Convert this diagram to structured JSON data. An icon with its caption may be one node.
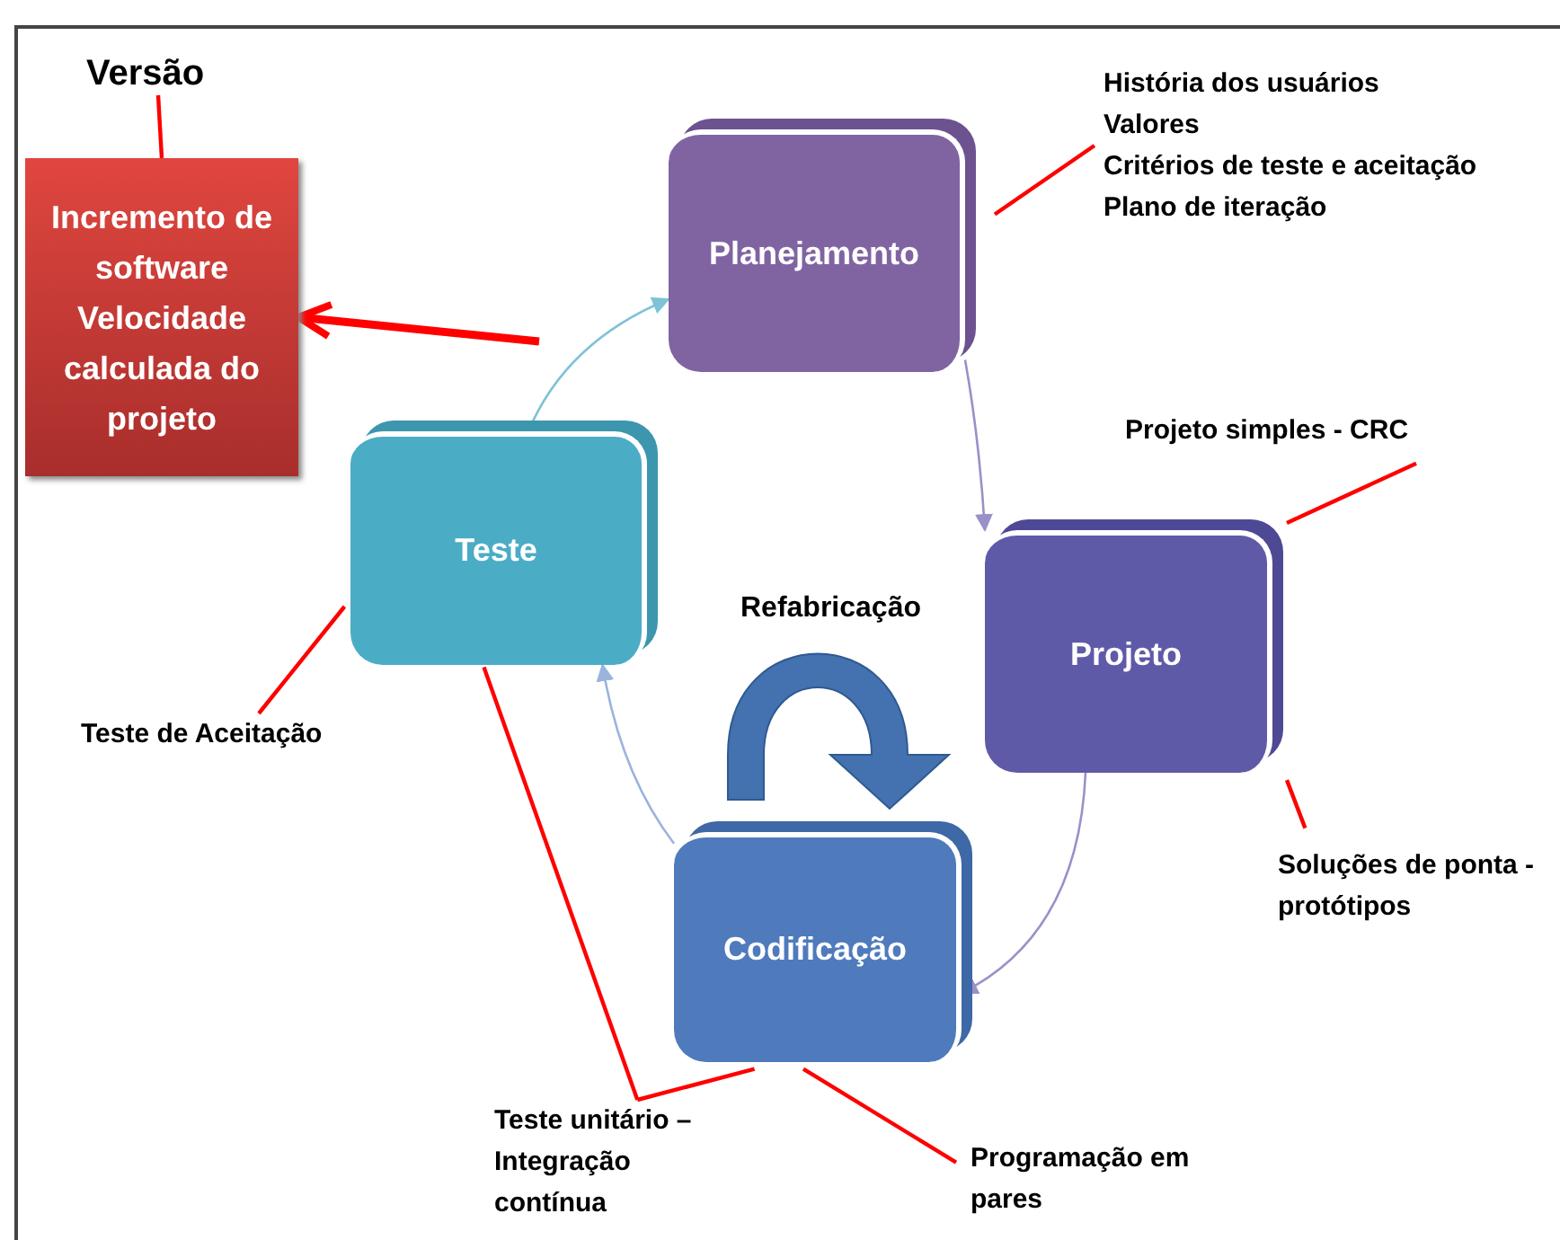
{
  "diagram": {
    "nodes": [
      {
        "text": [
          "Planejamento"
        ]
      },
      {
        "text": [
          "Projeto"
        ]
      },
      {
        "text": [
          "Codificação"
        ]
      },
      {
        "text": [
          "Teste"
        ]
      },
      {
        "text": [
          "Incremento de software",
          "Velocidade calculada do projeto"
        ]
      },
      {
        "text": [
          "Versão"
        ]
      },
      {
        "text": [
          "História dos usuários",
          "Valores",
          "Critérios de teste e aceitação",
          "Plano de iteração"
        ]
      },
      {
        "text": [
          "Projeto simples - CRC"
        ]
      },
      {
        "text": [
          "Soluções de ponta - protótipos"
        ]
      },
      {
        "text": [
          "Programação em pares"
        ]
      },
      {
        "text": [
          "Teste unitário – Integração contínua"
        ]
      },
      {
        "text": [
          "Teste de Aceitação"
        ]
      }
    ],
    "edges": [
      {
        "from": 0,
        "to": 1,
        "arrow": "to",
        "color": "#9a90c8"
      },
      {
        "from": 1,
        "to": 2,
        "arrow": "to",
        "color": "#9a90c8"
      },
      {
        "from": 2,
        "to": 3,
        "arrow": "to",
        "color": "#9ab4dc"
      },
      {
        "from": 3,
        "to": 0,
        "arrow": "to",
        "color": "#7ec3d6"
      },
      {
        "from": null,
        "to": 4,
        "arrow": "to",
        "style": "thick"
      },
      {
        "from": 5,
        "to": 4,
        "arrow": "none"
      },
      {
        "from": 6,
        "to": 0,
        "arrow": "none"
      },
      {
        "from": 7,
        "to": 1,
        "arrow": "none"
      },
      {
        "from": 8,
        "to": 1,
        "arrow": "none"
      },
      {
        "from": 9,
        "to": 2,
        "arrow": "none"
      },
      {
        "from": 10,
        "to": 3,
        "arrow": "none"
      },
      {
        "from": 10,
        "to": 2,
        "arrow": "none"
      },
      {
        "from": 11,
        "to": 3,
        "arrow": "none"
      }
    ],
    "labels": [
      "Refabricação"
    ]
  }
}
